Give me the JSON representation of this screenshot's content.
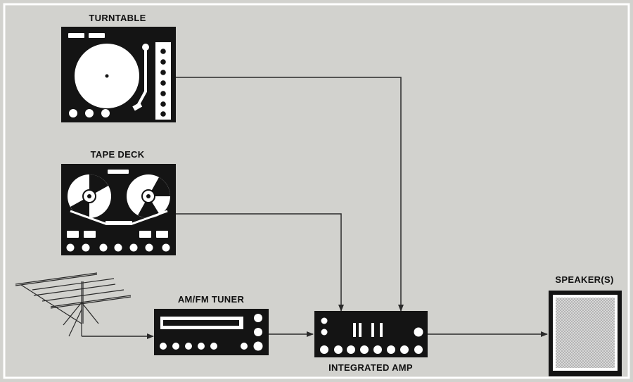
{
  "labels": {
    "turntable": "TURNTABLE",
    "tape_deck": "TAPE DECK",
    "tuner": "AM/FM TUNER",
    "amp": "INTEGRATED AMP",
    "speaker": "SPEAKER(S)"
  },
  "colors": {
    "background": "#d2d2ce",
    "frame": "#ffffff",
    "device": "#141414",
    "detail": "#ffffff",
    "wire": "#2a2a2a"
  },
  "icons": [
    "antenna-icon",
    "turntable-icon",
    "tape-deck-icon",
    "tuner-icon",
    "amplifier-icon",
    "speaker-icon"
  ]
}
